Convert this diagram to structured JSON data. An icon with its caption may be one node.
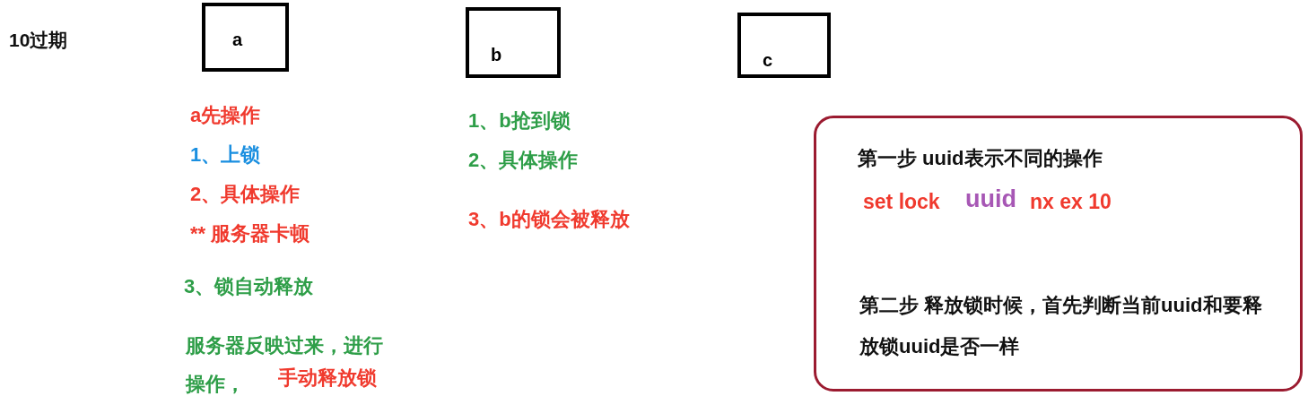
{
  "diagram": {
    "nodes": [
      {
        "text": [
          "a"
        ]
      },
      {
        "text": [
          "b"
        ]
      },
      {
        "text": [
          "c"
        ]
      },
      {
        "text": [
          "第一步 uuid表示不同的操作",
          "set lock",
          "uuid",
          "nx ex 10",
          "第二步 释放锁时候，首先判断当前uuid和要释放锁uuid是否一样"
        ]
      }
    ],
    "edges": [],
    "labels": [
      "10过期",
      "a先操作",
      "1、上锁",
      "2、具体操作",
      "** 服务器卡顿",
      "3、锁自动释放",
      "服务器反映过来，进行操作，",
      "手动释放锁",
      "1、b抢到锁",
      "2、具体操作",
      "3、b的锁会被释放"
    ]
  }
}
